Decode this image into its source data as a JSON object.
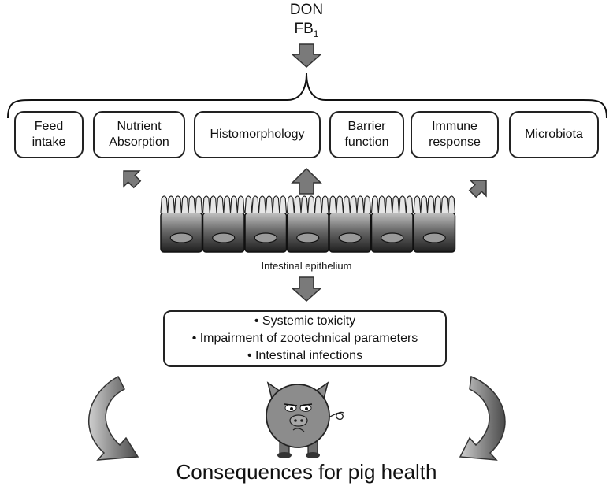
{
  "inputs": {
    "line1": "DON",
    "line2_main": "FB",
    "line2_sub": "1"
  },
  "effects": [
    {
      "id": "feed-intake",
      "lines": [
        "Feed",
        "intake"
      ]
    },
    {
      "id": "nutrient-absorption",
      "lines": [
        "Nutrient",
        "Absorption"
      ]
    },
    {
      "id": "histomorphology",
      "lines": [
        "Histomorphology"
      ]
    },
    {
      "id": "barrier-function",
      "lines": [
        "Barrier",
        "function"
      ]
    },
    {
      "id": "immune-response",
      "lines": [
        "Immune",
        "response"
      ]
    },
    {
      "id": "microbiota",
      "lines": [
        "Microbiota"
      ]
    }
  ],
  "epithelium": {
    "label": "Intestinal epithelium",
    "cell_count": 7
  },
  "consequences_box": {
    "items": [
      "• Systemic toxicity",
      "• Impairment of zootechnical parameters",
      "• Intestinal infections"
    ]
  },
  "footer": {
    "title": "Consequences for pig health"
  },
  "colors": {
    "arrow_fill": "#7a7a7a",
    "arrow_stroke": "#333333",
    "cell_dark": "#2a2a2a",
    "cell_light": "#b5b5b5",
    "nucleus": "#8a8a8a",
    "pig_body": "#8c8c8c"
  }
}
